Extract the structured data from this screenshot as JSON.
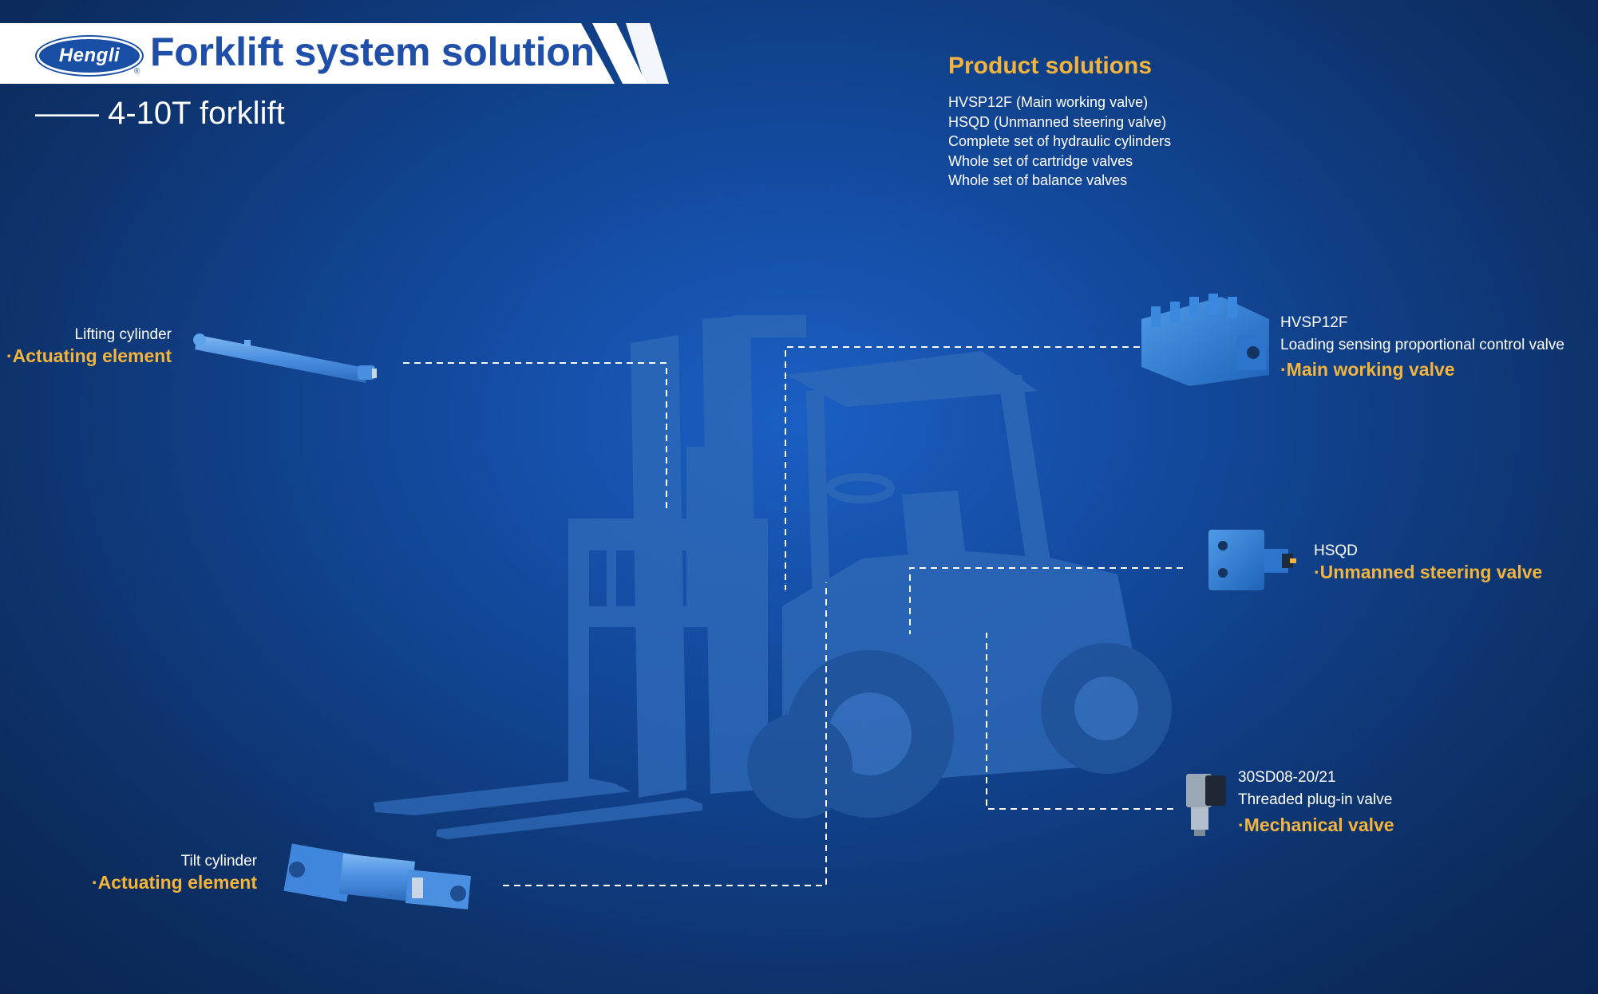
{
  "header": {
    "logo_text": "Hengli",
    "logo_mark": "®",
    "title": "Forklift system solution",
    "subtitle": "—— 4-10T forklift"
  },
  "product_solutions": {
    "heading": "Product solutions",
    "items": [
      "HVSP12F (Main working valve)",
      "HSQD (Unmanned steering valve)",
      "Complete set of hydraulic cylinders",
      "Whole set of cartridge valves",
      "Whole set of balance valves"
    ]
  },
  "callouts": {
    "lifting_cylinder": {
      "name": "Lifting cylinder",
      "type": "·Actuating element"
    },
    "tilt_cylinder": {
      "name": "Tilt cylinder",
      "type": "·Actuating element"
    },
    "main_valve": {
      "model": "HVSP12F",
      "description": "Loading sensing proportional control valve",
      "type": "·Main working valve"
    },
    "steering_valve": {
      "model": "HSQD",
      "type": "·Unmanned steering valve"
    },
    "plugin_valve": {
      "model": "30SD08-20/21",
      "description": "Threaded plug-in valve",
      "type": "·Mechanical valve"
    }
  },
  "colors": {
    "accent": "#f2b43c",
    "brand_blue": "#1f4fa8",
    "component_blue": "#4a90e2",
    "forklift_blue": "#2f6ab8"
  }
}
